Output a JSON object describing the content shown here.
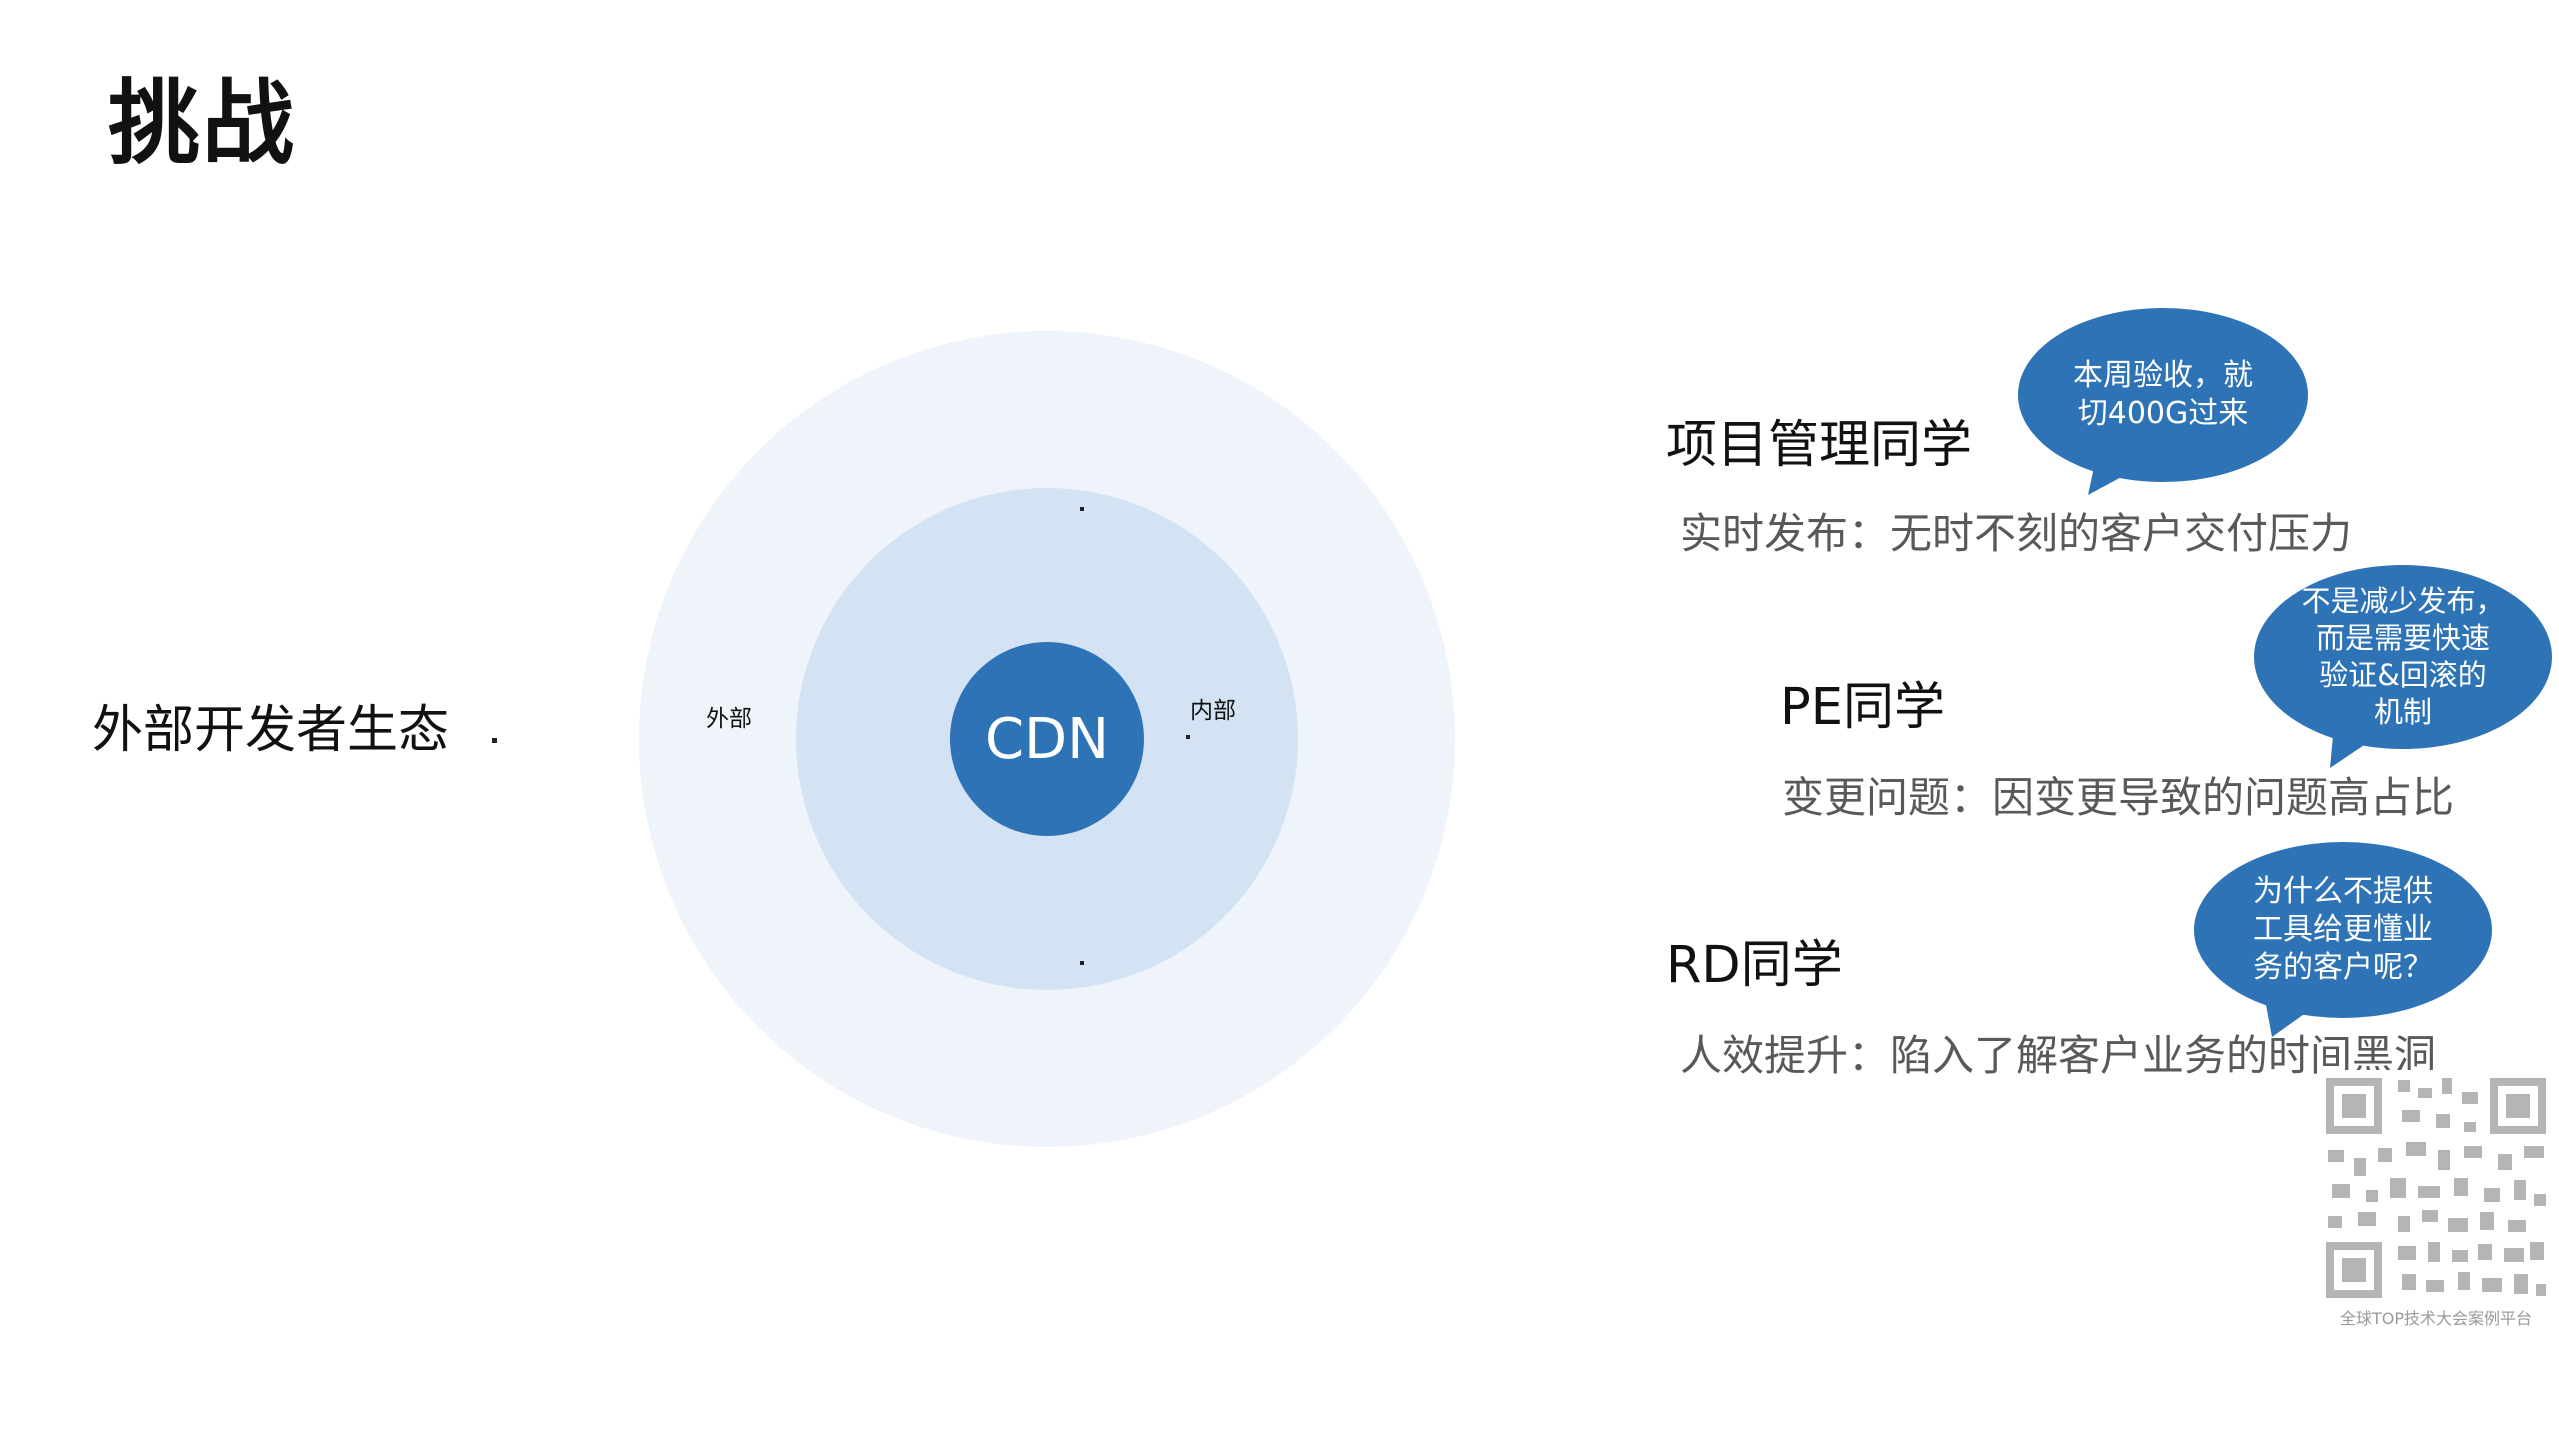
{
  "slide": {
    "title": "挑战",
    "left_label": "外部开发者生态",
    "diagram": {
      "outer_label": "外部",
      "inner_label": "内部",
      "core_label": "CDN"
    },
    "roles": [
      {
        "name": "项目管理同学",
        "description": "实时发布：无时不刻的客户交付压力"
      },
      {
        "name": "PE同学",
        "description": "变更问题：因变更导致的问题高占比"
      },
      {
        "name": "RD同学",
        "description": "人效提升：陷入了解客户业务的时间黑洞"
      }
    ],
    "bubbles": [
      {
        "lines": [
          "本周验收，就",
          "切400G过来"
        ]
      },
      {
        "lines": [
          "不是减少发布，",
          "而是需要快速",
          "验证&回滚的",
          "机制"
        ]
      },
      {
        "lines": [
          "为什么不提供",
          "工具给更懂业",
          "务的客户呢？"
        ]
      }
    ],
    "qr_caption": "全球TOP技术大会案例平台",
    "colors": {
      "accent": "#2e73b6",
      "ring_outer": "#eef4fa",
      "ring_inner": "#d3e3f3",
      "desc_text": "#595959"
    }
  }
}
